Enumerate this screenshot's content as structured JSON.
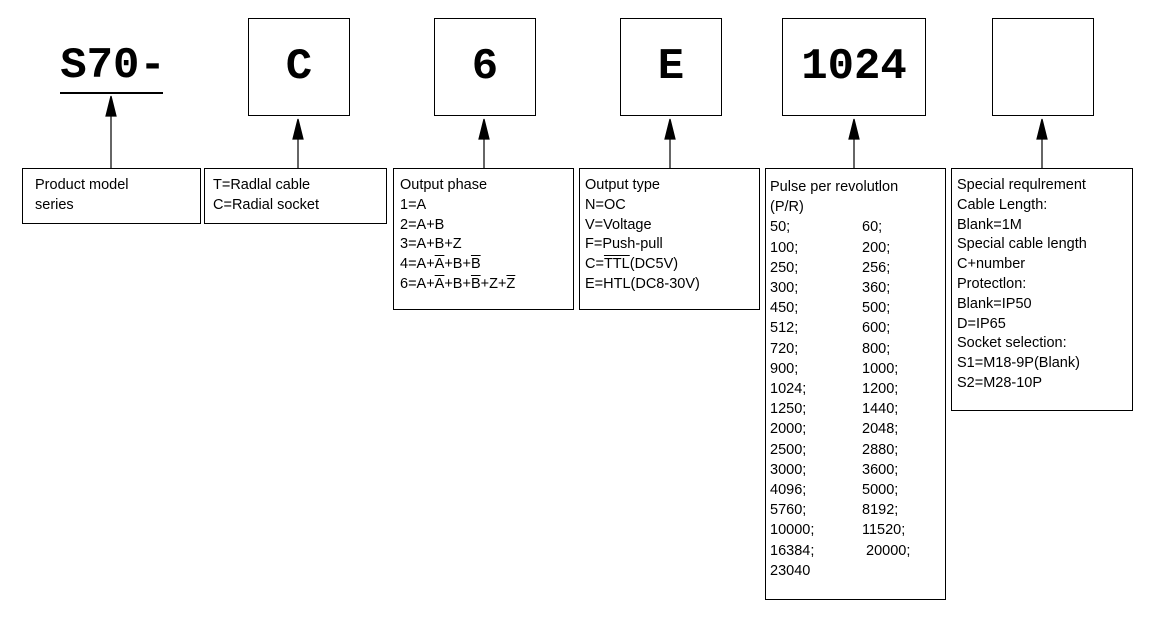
{
  "model": {
    "prefix": "S70-",
    "fields": [
      "C",
      "6",
      "E",
      "1024",
      ""
    ]
  },
  "boxes": {
    "product": {
      "lines": [
        "Product model",
        "series"
      ]
    },
    "cable": {
      "lines": [
        "T=Radlal cable",
        "C=Radial socket"
      ]
    },
    "phase": {
      "title": "Output phase",
      "o1": "1=A",
      "o2": "2=A+B",
      "o3": "3=A+B+Z",
      "o4": {
        "p1": "4=A+",
        "p2": "A",
        "p3": "+B+",
        "p4": "B"
      },
      "o6": {
        "p1": "6=A+",
        "p2": "A",
        "p3": "+B+",
        "p4": "B",
        "p5": "+Z+",
        "p6": "Z"
      }
    },
    "output_type": {
      "title": "Output type",
      "lines": [
        "N=OC",
        "V=Voltage",
        "F=Push-pull"
      ],
      "ttl": {
        "p1": "C=",
        "p2": "TTL",
        "p3": "(DC5V)"
      },
      "htl": "E=HTL(DC8-30V)"
    },
    "pulse": {
      "title": "Pulse per revolutlon",
      "unit": "(P/R)",
      "values": [
        "50;",
        "60;",
        "100;",
        "200;",
        "250;",
        "256;",
        "300;",
        "360;",
        "450;",
        "500;",
        "512;",
        "600;",
        "720;",
        "800;",
        "900;",
        "1000;",
        "1024;",
        "1200;",
        "1250;",
        "1440;",
        "2000;",
        "2048;",
        "2500;",
        "2880;",
        "3000;",
        "3600;",
        "4096;",
        "5000;",
        "5760;",
        "8192;",
        "10000;",
        "11520;",
        "16384;",
        " 20000;",
        "23040"
      ]
    },
    "special": {
      "lines": [
        "Special requlrement",
        "Cable Length:",
        "Blank=1M",
        "Special cable length",
        "C+number",
        "Protectlon:",
        "Blank=IP50",
        "D=IP65",
        "Socket selection:",
        "S1=M18-9P(Blank)",
        "S2=M28-10P"
      ]
    }
  }
}
